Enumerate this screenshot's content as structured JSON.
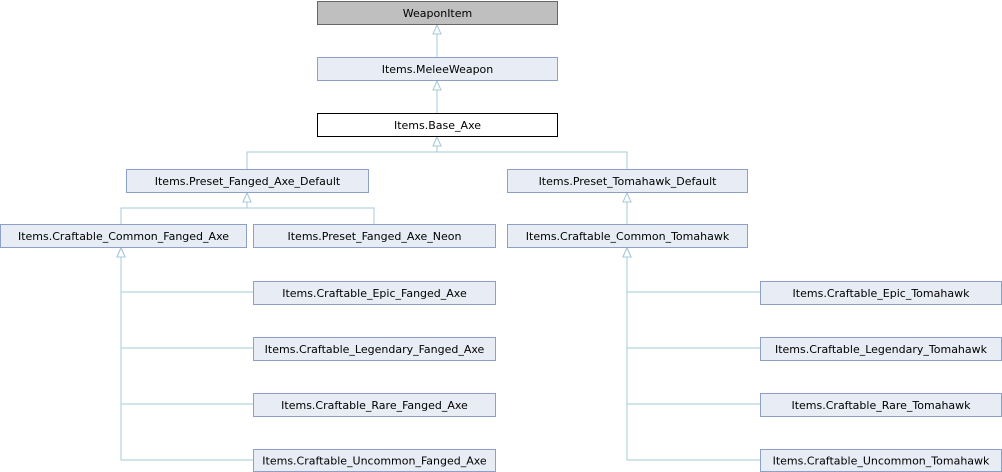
{
  "diagram": {
    "type": "class-inheritance",
    "colors": {
      "root_fill": "#bfbfbf",
      "root_border": "#666666",
      "node_fill": "#e8ecf5",
      "node_border": "#8da1c8",
      "current_fill": "#ffffff",
      "current_border": "#000000",
      "edge": "#a6c8d9"
    },
    "nodes": [
      {
        "id": "weaponitem",
        "label": "WeaponItem",
        "style": "root"
      },
      {
        "id": "meleeweapon",
        "label": "Items.MeleeWeapon",
        "style": "normal"
      },
      {
        "id": "base_axe",
        "label": "Items.Base_Axe",
        "style": "current"
      },
      {
        "id": "preset_fanged_axe_default",
        "label": "Items.Preset_Fanged_Axe_Default",
        "style": "normal"
      },
      {
        "id": "preset_tomahawk_default",
        "label": "Items.Preset_Tomahawk_Default",
        "style": "normal"
      },
      {
        "id": "craftable_common_fanged_axe",
        "label": "Items.Craftable_Common_Fanged_Axe",
        "style": "normal"
      },
      {
        "id": "preset_fanged_axe_neon",
        "label": "Items.Preset_Fanged_Axe_Neon",
        "style": "normal"
      },
      {
        "id": "craftable_common_tomahawk",
        "label": "Items.Craftable_Common_Tomahawk",
        "style": "normal"
      },
      {
        "id": "craftable_epic_fanged_axe",
        "label": "Items.Craftable_Epic_Fanged_Axe",
        "style": "normal"
      },
      {
        "id": "craftable_legendary_fanged_axe",
        "label": "Items.Craftable_Legendary_Fanged_Axe",
        "style": "normal"
      },
      {
        "id": "craftable_rare_fanged_axe",
        "label": "Items.Craftable_Rare_Fanged_Axe",
        "style": "normal"
      },
      {
        "id": "craftable_uncommon_fanged_axe",
        "label": "Items.Craftable_Uncommon_Fanged_Axe",
        "style": "normal"
      },
      {
        "id": "craftable_epic_tomahawk",
        "label": "Items.Craftable_Epic_Tomahawk",
        "style": "normal"
      },
      {
        "id": "craftable_legendary_tomahawk",
        "label": "Items.Craftable_Legendary_Tomahawk",
        "style": "normal"
      },
      {
        "id": "craftable_rare_tomahawk",
        "label": "Items.Craftable_Rare_Tomahawk",
        "style": "normal"
      },
      {
        "id": "craftable_uncommon_tomahawk",
        "label": "Items.Craftable_Uncommon_Tomahawk",
        "style": "normal"
      }
    ],
    "edges": [
      {
        "from": "meleeweapon",
        "to": "weaponitem"
      },
      {
        "from": "base_axe",
        "to": "meleeweapon"
      },
      {
        "from": "preset_fanged_axe_default",
        "to": "base_axe"
      },
      {
        "from": "preset_tomahawk_default",
        "to": "base_axe"
      },
      {
        "from": "craftable_common_fanged_axe",
        "to": "preset_fanged_axe_default"
      },
      {
        "from": "preset_fanged_axe_neon",
        "to": "preset_fanged_axe_default"
      },
      {
        "from": "craftable_common_tomahawk",
        "to": "preset_tomahawk_default"
      },
      {
        "from": "craftable_epic_fanged_axe",
        "to": "craftable_common_fanged_axe"
      },
      {
        "from": "craftable_legendary_fanged_axe",
        "to": "craftable_common_fanged_axe"
      },
      {
        "from": "craftable_rare_fanged_axe",
        "to": "craftable_common_fanged_axe"
      },
      {
        "from": "craftable_uncommon_fanged_axe",
        "to": "craftable_common_fanged_axe"
      },
      {
        "from": "craftable_epic_tomahawk",
        "to": "craftable_common_tomahawk"
      },
      {
        "from": "craftable_legendary_tomahawk",
        "to": "craftable_common_tomahawk"
      },
      {
        "from": "craftable_rare_tomahawk",
        "to": "craftable_common_tomahawk"
      },
      {
        "from": "craftable_uncommon_tomahawk",
        "to": "craftable_common_tomahawk"
      }
    ]
  }
}
